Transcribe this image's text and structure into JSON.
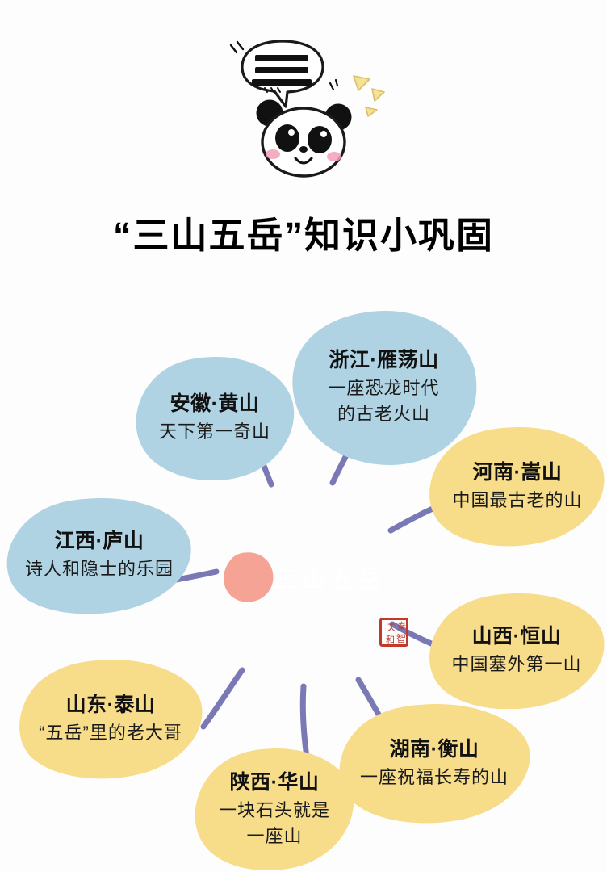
{
  "header": {
    "title": "“三山五岳”知识小巩固",
    "panda_icon": "panda-head-icon",
    "speech_bubble_icon": "speech-bubble-icon",
    "sparkle_icon": "sparkle-icon",
    "bubble_line_count": 3
  },
  "colors": {
    "blue": "#AFD3E3",
    "yellow": "#F7DC8A",
    "pink": "#F4A394",
    "connector": "#7B79B5",
    "seal": "#C0392B",
    "text": "#111111",
    "center_text": "#FFFFFF",
    "background": "#FDFDFD"
  },
  "center": {
    "label": "三山五岳",
    "color": "#F4A394"
  },
  "seal": {
    "name": "red-seal-stamp",
    "chars": [
      "夫",
      "秦",
      "和",
      "智"
    ]
  },
  "nodes": [
    {
      "id": "yandangshan",
      "title": "浙江·雁荡山",
      "desc_lines": [
        "一座恐龙时代",
        "的古老火山"
      ],
      "color": "#AFD3E3",
      "group": "三山"
    },
    {
      "id": "huangshan",
      "title": "安徽·黄山",
      "desc_lines": [
        "天下第一奇山"
      ],
      "color": "#AFD3E3",
      "group": "三山"
    },
    {
      "id": "lushan",
      "title": "江西·庐山",
      "desc_lines": [
        "诗人和隐士的乐园"
      ],
      "color": "#AFD3E3",
      "group": "三山"
    },
    {
      "id": "songshan",
      "title": "河南·嵩山",
      "desc_lines": [
        "中国最古老的山"
      ],
      "color": "#F7DC8A",
      "group": "五岳"
    },
    {
      "id": "hengshan-shanxi",
      "title": "山西·恒山",
      "desc_lines": [
        "中国塞外第一山"
      ],
      "color": "#F7DC8A",
      "group": "五岳"
    },
    {
      "id": "hengshan-hunan",
      "title": "湖南·衡山",
      "desc_lines": [
        "一座祝福长寿的山"
      ],
      "color": "#F7DC8A",
      "group": "五岳"
    },
    {
      "id": "huashan",
      "title": "陕西·华山",
      "desc_lines": [
        "一块石头就是",
        "一座山"
      ],
      "color": "#F7DC8A",
      "group": "五岳"
    },
    {
      "id": "taishan",
      "title": "山东·泰山",
      "desc_lines": [
        "“五岳”里的老大哥"
      ],
      "color": "#F7DC8A",
      "group": "五岳"
    }
  ]
}
